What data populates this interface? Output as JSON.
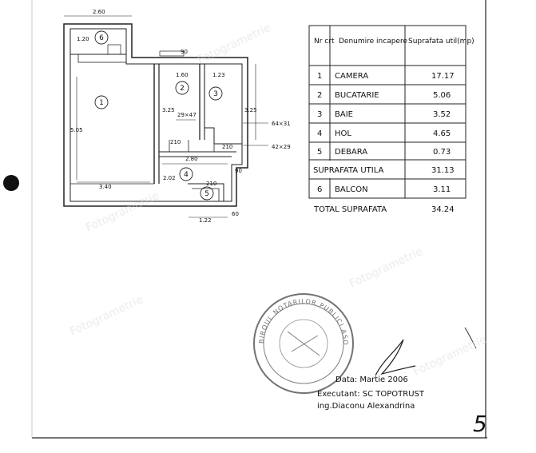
{
  "plan": {
    "room_numbers": [
      "1",
      "2",
      "3",
      "4",
      "5",
      "6"
    ],
    "dimensions": {
      "d_260": "2.60",
      "d_120": "1.20",
      "d_160": "1.60",
      "d_123": "1.23",
      "d_325a": "3.25",
      "d_325b": "3.25",
      "d_505": "5.05",
      "d_2947": "29×47",
      "d_340": "3.40",
      "d_280": "2.80",
      "d_202": "2.02",
      "d_122": "1.22",
      "d_64x31": "64×31",
      "d_42x29": "42×29",
      "d_90a": "90",
      "d_90b": "90",
      "d_210a": "210",
      "d_210b": "210",
      "d_210c": "210",
      "d_60": "60"
    }
  },
  "table": {
    "header": {
      "nr": "Nr crt",
      "name": "Denumire incapere",
      "area": "Suprafata util(mp)"
    },
    "rows": [
      {
        "nr": "1",
        "name": "CAMERA",
        "area": "17.17"
      },
      {
        "nr": "2",
        "name": "BUCATARIE",
        "area": "5.06"
      },
      {
        "nr": "3",
        "name": "BAIE",
        "area": "3.52"
      },
      {
        "nr": "4",
        "name": "HOL",
        "area": "4.65"
      },
      {
        "nr": "5",
        "name": "DEBARA",
        "area": "0.73"
      }
    ],
    "useful_label": "SUPRAFATA UTILA",
    "useful_value": "31.13",
    "balcony": {
      "nr": "6",
      "name": "BALCON",
      "area": "3.11"
    },
    "total_label": "TOTAL SUPRAFATA",
    "total_value": "34.24"
  },
  "stamp": {
    "text": "BIROUL NOTARILOR PUBLICI ASOCIATI"
  },
  "footer": {
    "date": "Data: Martie 2006",
    "executant": "Executant: SC TOPOTRUST",
    "engineer": "ing.Diaconu Alexandrina",
    "page_number": "5"
  },
  "watermark": "Fotogrametrie"
}
